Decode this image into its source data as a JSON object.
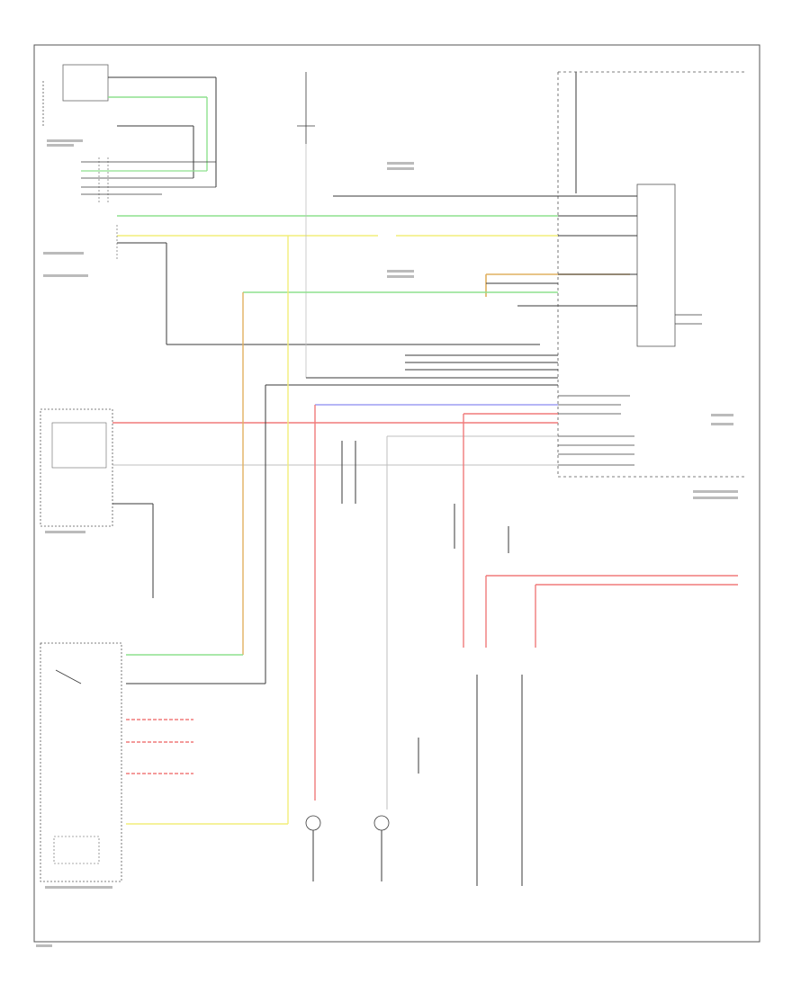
{
  "diagram": {
    "wire_colors": {
      "black": "#3a3a3a",
      "green": "#8ee08e",
      "yellow": "#f2ee7a",
      "red": "#f07a7a",
      "blue": "#8a8af0",
      "orange": "#e0b060",
      "gray": "#bfbfbf"
    },
    "page_footer": "",
    "components": [
      {
        "id": "combo_switch",
        "label": "",
        "interactable": false
      },
      {
        "id": "main_relay_box",
        "label": "",
        "interactable": false
      },
      {
        "id": "cruise_control_switch",
        "label": "",
        "interactable": false
      },
      {
        "id": "cruise_main_switch",
        "label": "",
        "interactable": false
      }
    ]
  }
}
